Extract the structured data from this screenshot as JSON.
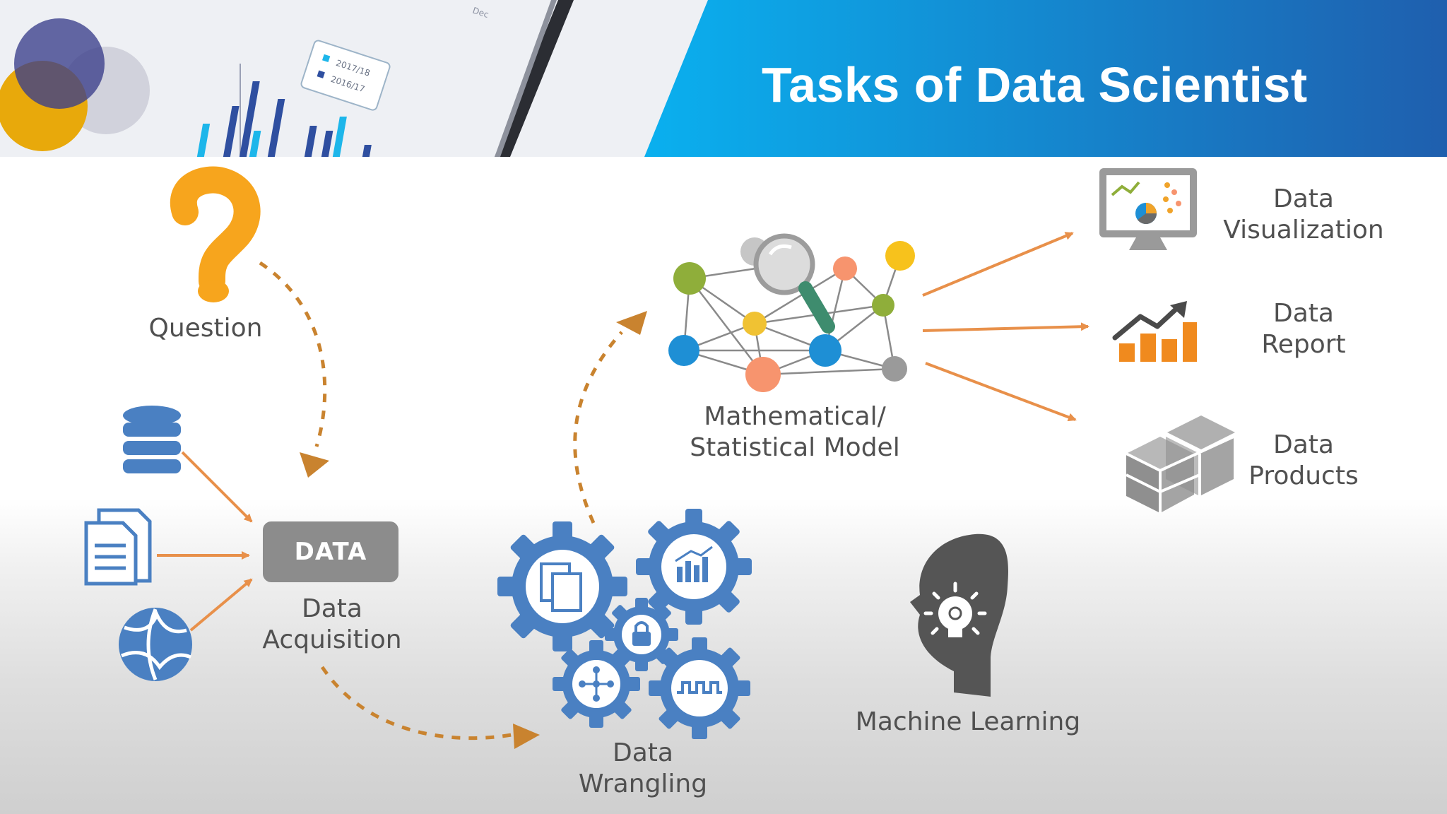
{
  "header": {
    "title": "Tasks of Data Scientist"
  },
  "chart_labels": {
    "date1": "2017/18",
    "date2": "2016/17",
    "month": "Dec"
  },
  "nodes": {
    "question": "Question",
    "data_box": "DATA",
    "data_acquisition_1": "Data",
    "data_acquisition_2": "Acquisition",
    "data_wrangling_1": "Data",
    "data_wrangling_2": "Wrangling",
    "model_1": "Mathematical/",
    "model_2": "Statistical Model",
    "machine_learning": "Machine Learning",
    "visualization_1": "Data",
    "visualization_2": "Visualization",
    "report_1": "Data",
    "report_2": "Report",
    "products_1": "Data",
    "products_2": "Products"
  },
  "colors": {
    "banner_blue_start": "#0ab0ef",
    "banner_blue_end": "#1f5fae",
    "arrow_orange": "#e8904a",
    "dashed_arrow": "#c9832f",
    "icon_blue": "#4a80c2",
    "question_yellow": "#f7a51d",
    "chart_orange": "#f08a1e",
    "gray_icon": "#8a8a8a"
  }
}
